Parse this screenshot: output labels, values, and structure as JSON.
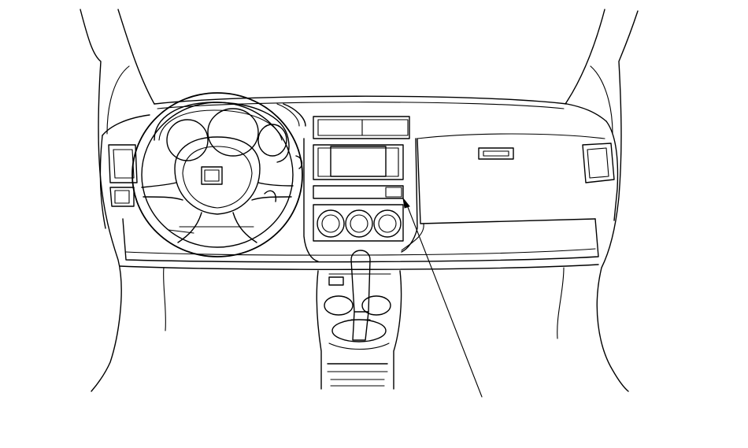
{
  "diagram": {
    "stroke_color": "#000000",
    "background_color": "#ffffff",
    "components": [
      "a-pillars",
      "dashboard",
      "steering-wheel",
      "instrument-cluster",
      "center-display",
      "climate-control-knobs",
      "glove-box",
      "side-air-vents",
      "center-console",
      "gear-shifter",
      "leader-line"
    ]
  }
}
